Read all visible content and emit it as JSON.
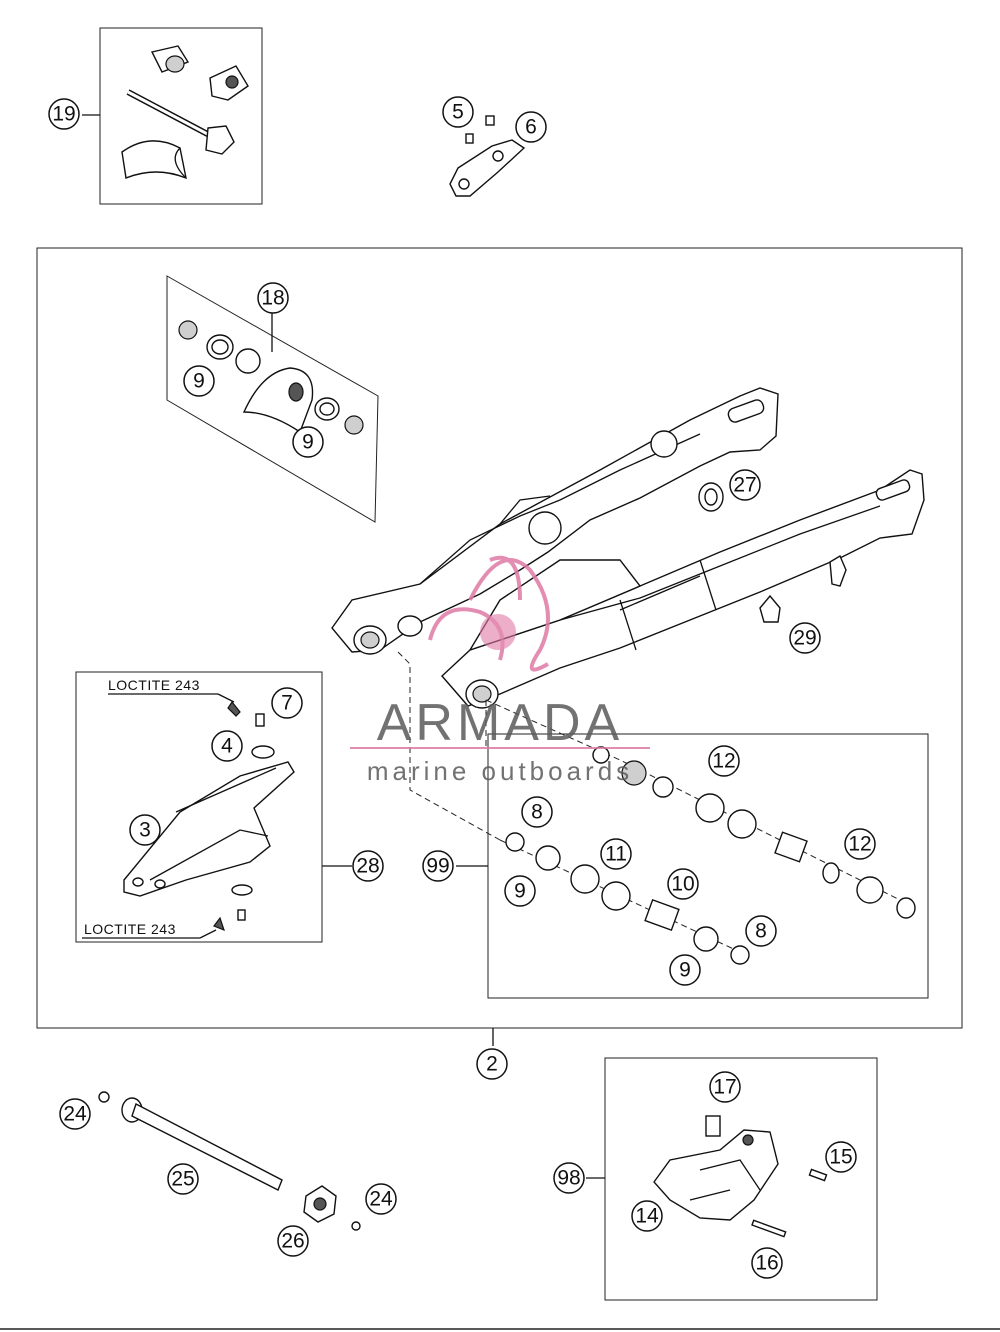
{
  "callouts": [
    {
      "id": "c19",
      "label": "19"
    },
    {
      "id": "c5",
      "label": "5"
    },
    {
      "id": "c6",
      "label": "6"
    },
    {
      "id": "c18",
      "label": "18"
    },
    {
      "id": "c9a",
      "label": "9"
    },
    {
      "id": "c9b",
      "label": "9"
    },
    {
      "id": "c27",
      "label": "27"
    },
    {
      "id": "c29",
      "label": "29"
    },
    {
      "id": "c7",
      "label": "7"
    },
    {
      "id": "c4",
      "label": "4"
    },
    {
      "id": "c3",
      "label": "3"
    },
    {
      "id": "c28",
      "label": "28"
    },
    {
      "id": "c99",
      "label": "99"
    },
    {
      "id": "c8a",
      "label": "8"
    },
    {
      "id": "c9c",
      "label": "9"
    },
    {
      "id": "c11",
      "label": "11"
    },
    {
      "id": "c10",
      "label": "10"
    },
    {
      "id": "c9d",
      "label": "9"
    },
    {
      "id": "c8b",
      "label": "8"
    },
    {
      "id": "c12a",
      "label": "12"
    },
    {
      "id": "c12b",
      "label": "12"
    },
    {
      "id": "c2",
      "label": "2"
    },
    {
      "id": "c24a",
      "label": "24"
    },
    {
      "id": "c25",
      "label": "25"
    },
    {
      "id": "c24b",
      "label": "24"
    },
    {
      "id": "c26",
      "label": "26"
    },
    {
      "id": "c98",
      "label": "98"
    },
    {
      "id": "c17",
      "label": "17"
    },
    {
      "id": "c15",
      "label": "15"
    },
    {
      "id": "c14",
      "label": "14"
    },
    {
      "id": "c16",
      "label": "16"
    }
  ],
  "notes": {
    "loctite_top": "LOCTITE 243",
    "loctite_bottom": "LOCTITE 243"
  },
  "watermark": {
    "name": "ARMADA",
    "tagline": "marine outboards",
    "accent_color": "#e07aa6",
    "text_color": "#5a5a5a"
  }
}
